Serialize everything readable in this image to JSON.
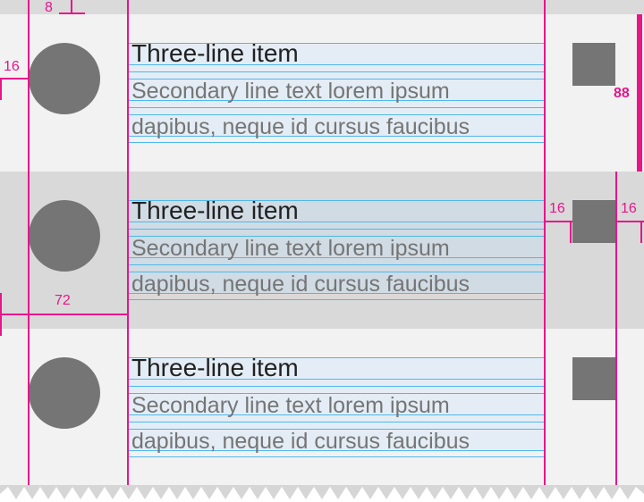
{
  "list": {
    "items": [
      {
        "primary": "Three-line item",
        "secondary1": "Secondary line text lorem ipsum",
        "secondary2": "dapibus, neque id cursus faucibus"
      },
      {
        "primary": "Three-line item",
        "secondary1": "Secondary line text lorem ipsum",
        "secondary2": "dapibus, neque id cursus faucibus"
      },
      {
        "primary": "Three-line item",
        "secondary1": "Secondary line text lorem ipsum",
        "secondary2": "dapibus, neque id cursus faucibus"
      }
    ]
  },
  "measurements": {
    "top_padding": "8",
    "avatar_left": "16",
    "row_height": "88",
    "text_left": "72",
    "square_gap": "16",
    "square_right": "16"
  },
  "colors": {
    "redline": "#e8158b",
    "keyline": "#4fb8ea",
    "avatar": "#757575",
    "row_light": "#f2f2f2",
    "row_selected": "#d9d9d9"
  }
}
